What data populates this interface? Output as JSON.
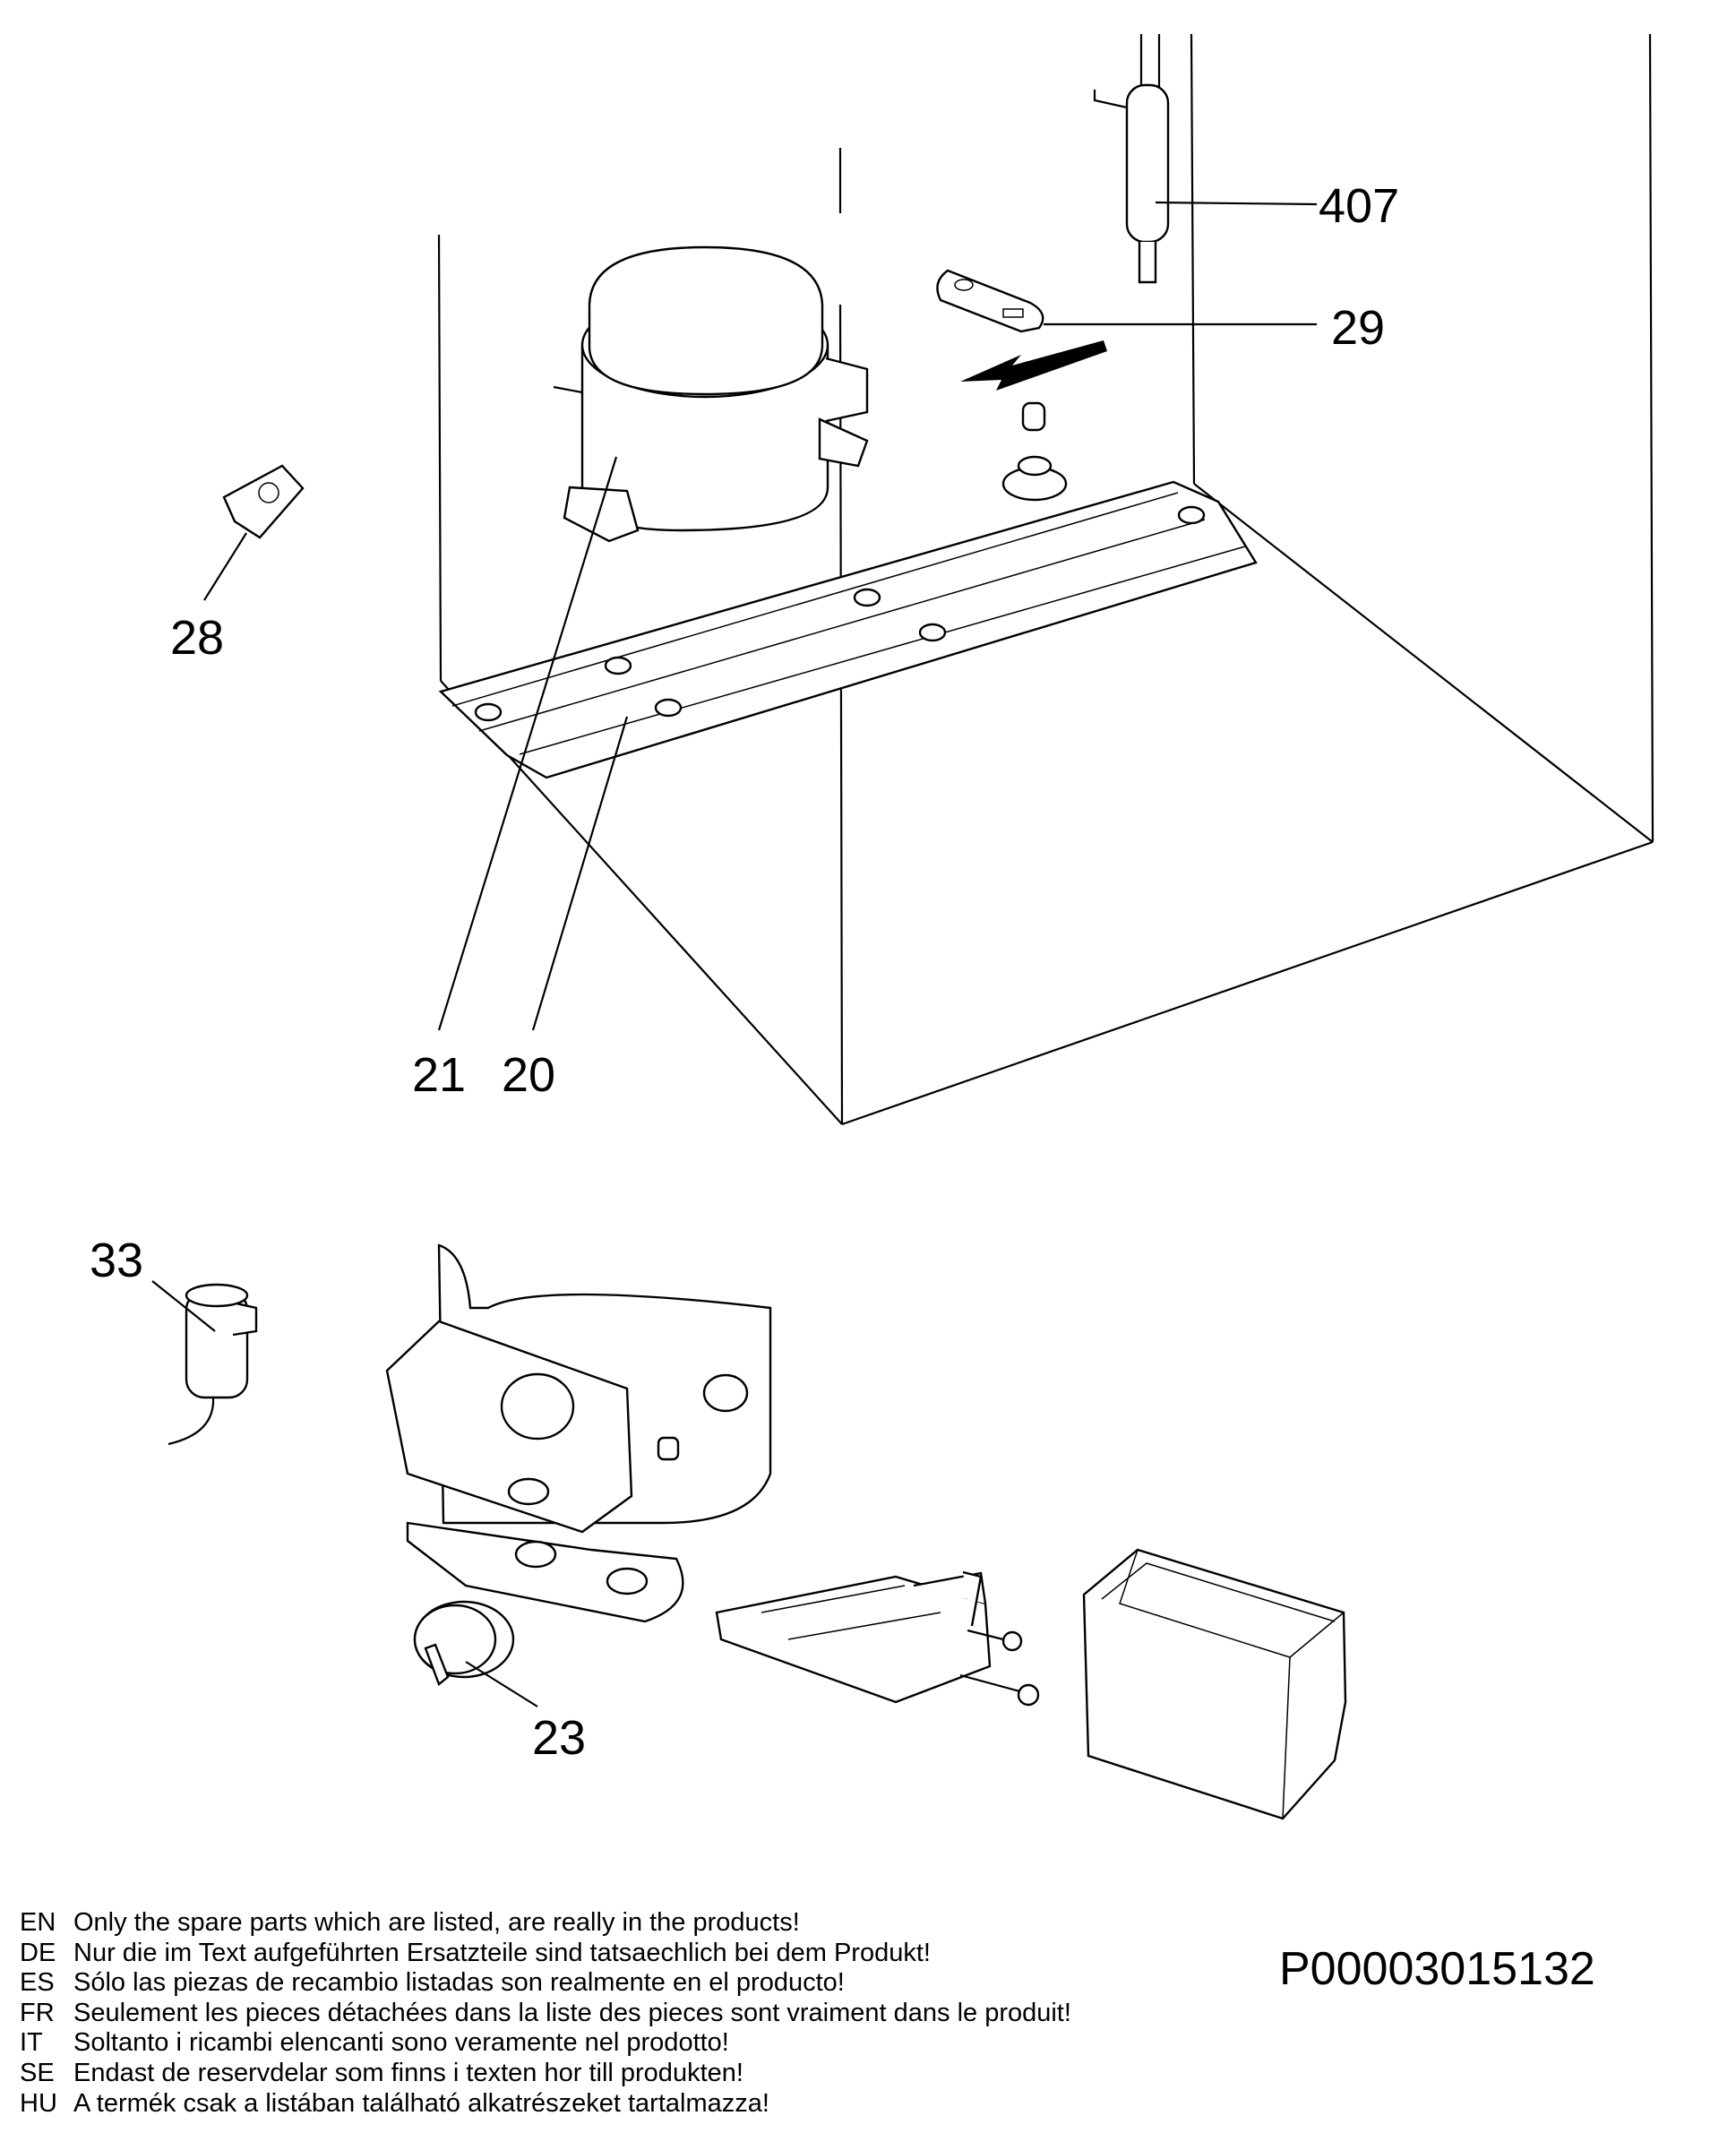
{
  "callouts": {
    "p407": "407",
    "p29": "29",
    "p28": "28",
    "p21": "21",
    "p20": "20",
    "p33": "33",
    "p23": "23"
  },
  "document_code": "P00003015132",
  "notes": [
    {
      "lang": "EN",
      "text": "Only the spare parts which are listed, are really in the products!"
    },
    {
      "lang": "DE",
      "text": "Nur die im Text aufgeführten Ersatzteile sind tatsaechlich bei dem Produkt!"
    },
    {
      "lang": "ES",
      "text": "Sólo las piezas de recambio  listadas son realmente en el producto!"
    },
    {
      "lang": "FR",
      "text": "Seulement les pieces détachées dans la liste des pieces sont vraiment dans le produit!"
    },
    {
      "lang": "IT",
      "text": "Soltanto i ricambi elencanti sono veramente nel prodotto!"
    },
    {
      "lang": "SE",
      "text": "Endast de reservdelar som finns i texten hor till produkten!"
    },
    {
      "lang": "HU",
      "text": "A termék csak a listában található alkatrészeket tartalmazza!"
    }
  ]
}
